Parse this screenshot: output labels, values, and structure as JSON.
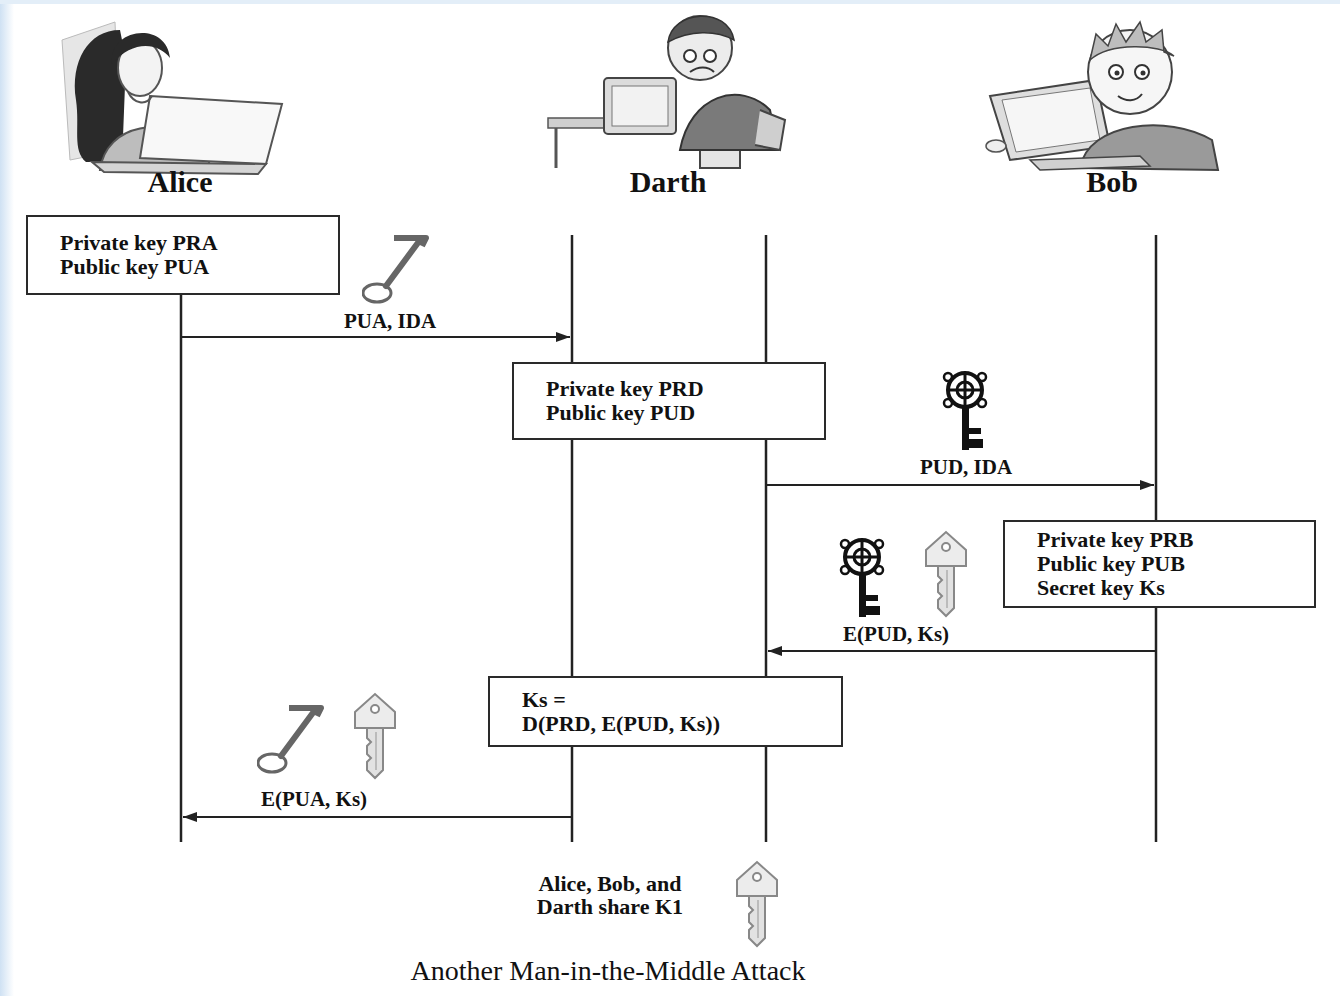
{
  "diagram": {
    "caption": "Another Man-in-the-Middle Attack",
    "nodes": [
      {
        "text": [
          "Private key PRA",
          "Public key PUA"
        ]
      },
      {
        "text": [
          "Private key PRD",
          "Public key PUD"
        ]
      },
      {
        "text": [
          "Private key PRB",
          "Public key PUB",
          "Secret key Ks"
        ]
      },
      {
        "text": [
          "Ks =",
          "D(PRD, E(PUD, Ks))"
        ]
      }
    ],
    "labels": [
      "Alice",
      "Darth",
      "Bob",
      "PUA, IDA",
      "PUD, IDA",
      "E(PUD, Ks)",
      "E(PUA, Ks)",
      "Alice, Bob, and Darth share K1"
    ]
  }
}
